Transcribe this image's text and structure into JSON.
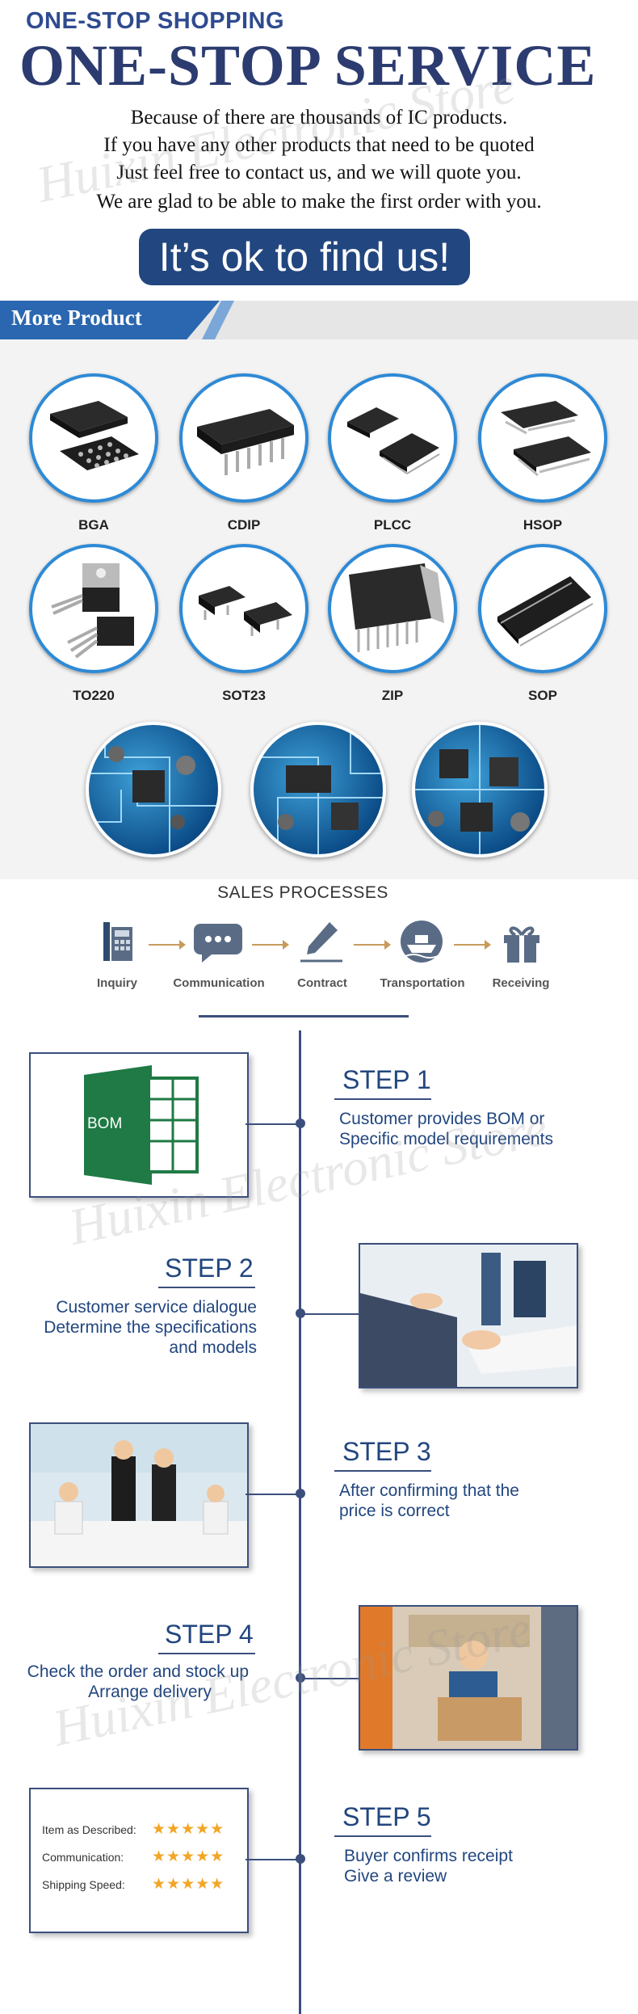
{
  "header": {
    "kicker": "ONE-STOP SHOPPING",
    "headline": "ONE-STOP SERVICE",
    "lines": [
      "Because of there are thousands of IC products.",
      "If you have any other products that need to be quoted",
      "Just feel free to contact us, and we will quote you.",
      "We are glad to be able to make the first order with you."
    ],
    "cta": "It’s ok to find us!"
  },
  "watermark": "Huixin Electronic Store",
  "more_product": {
    "title": "More Product",
    "packages": [
      "BGA",
      "CDIP",
      "PLCC",
      "HSOP",
      "TO220",
      "SOT23",
      "ZIP",
      "SOP"
    ]
  },
  "sales": {
    "title": "SALES PROCESSES",
    "steps": [
      "Inquiry",
      "Communication",
      "Contract",
      "Transportation",
      "Receiving"
    ]
  },
  "timeline": {
    "bom_label": "BOM",
    "steps": [
      {
        "title": "STEP 1",
        "lines": [
          "Customer provides BOM or",
          "Specific model requirements"
        ]
      },
      {
        "title": "STEP 2",
        "lines": [
          "Customer service dialogue",
          "Determine the specifications",
          "and models"
        ]
      },
      {
        "title": "STEP 3",
        "lines": [
          "After confirming that the",
          "price is correct"
        ]
      },
      {
        "title": "STEP 4",
        "lines": [
          "Check the order and stock up",
          "Arrange delivery"
        ]
      },
      {
        "title": "STEP 5",
        "lines": [
          "Buyer confirms receipt",
          "Give a review"
        ]
      }
    ],
    "review": {
      "rows": [
        "Item as Described:",
        "Communication:",
        "Shipping Speed:"
      ],
      "stars": "★★★★★"
    }
  },
  "colors": {
    "navy": "#2c3c70",
    "accent": "#2a67b0",
    "line": "#3b4f7d",
    "star": "#f2a626"
  }
}
